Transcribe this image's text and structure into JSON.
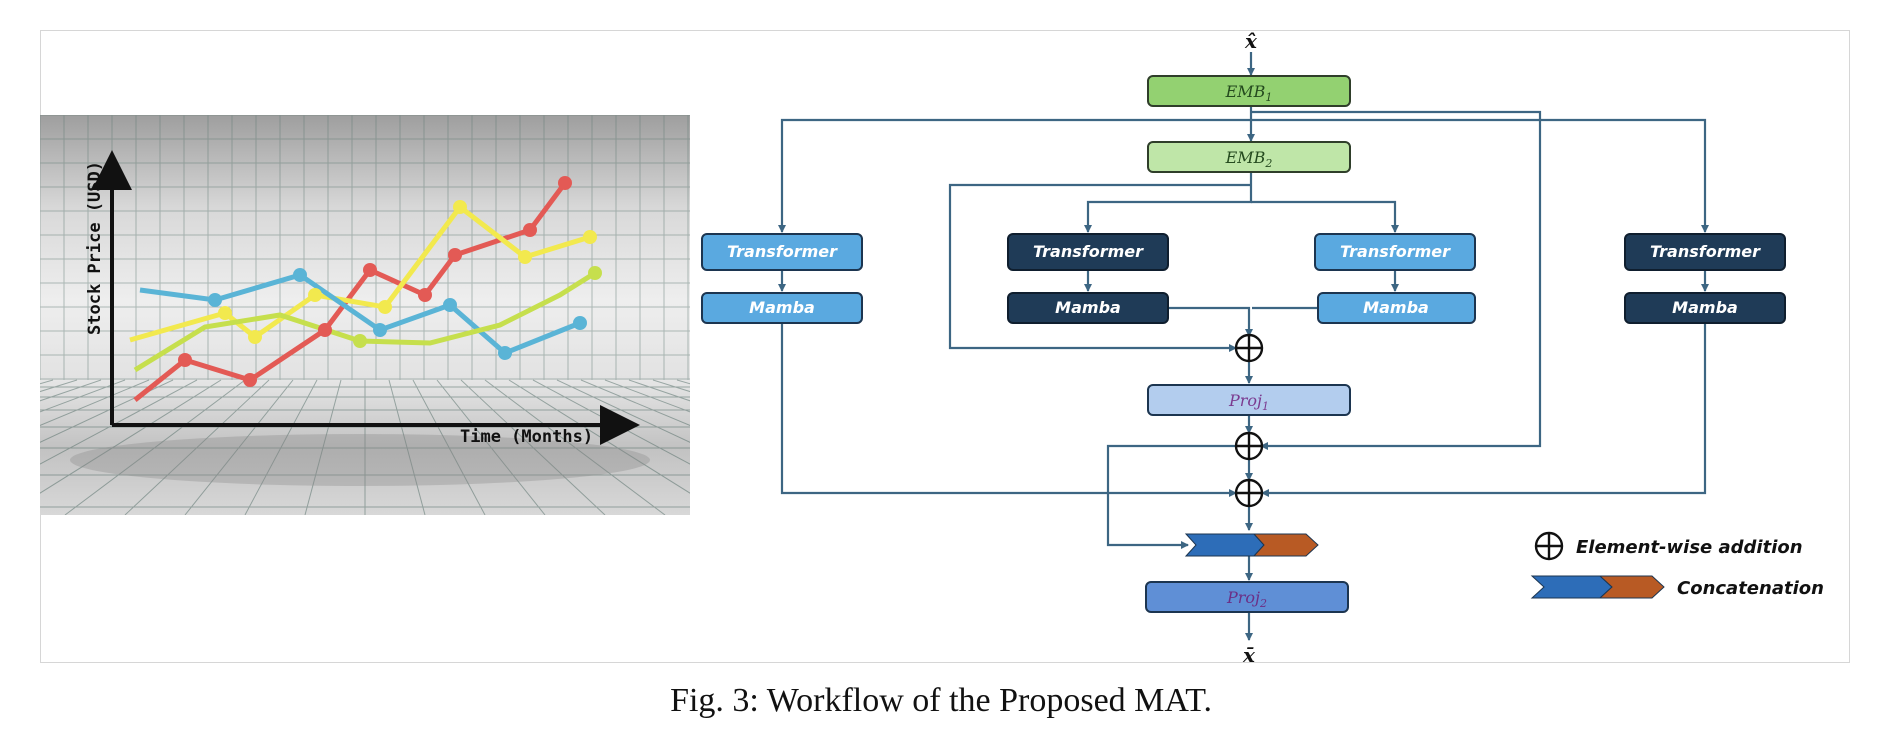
{
  "illustration": {
    "y_axis_label": "Stock Price (USD)",
    "x_axis_label": "Time (Months)",
    "line_colors": [
      "#e35a55",
      "#f2e94e",
      "#5ab4d6",
      "#c6df4d"
    ]
  },
  "diagram": {
    "input_symbol": "x̂",
    "output_symbol": "x̄",
    "emb1": {
      "base": "EMB",
      "sub": "1"
    },
    "emb2": {
      "base": "EMB",
      "sub": "2"
    },
    "proj1": {
      "base": "Proj",
      "sub": "1"
    },
    "proj2": {
      "base": "Proj",
      "sub": "2"
    },
    "branch1": {
      "transformer": "Transformer",
      "mamba": "Mamba"
    },
    "branch2": {
      "transformer": "Transformer",
      "mamba": "Mamba"
    },
    "branch3": {
      "transformer": "Transformer",
      "mamba": "Mamba"
    },
    "branch4": {
      "transformer": "Transformer",
      "mamba": "Mamba"
    },
    "legend": {
      "addition_label": "Element-wise addition",
      "concatenation_label": "Concatenation"
    },
    "colors": {
      "light_blue": "#5aa9e0",
      "dark_navy": "#1f3b57",
      "emb1_green": "#93d171",
      "emb2_green": "#bfe6a8",
      "proj1_blue": "#b3cdee",
      "proj2_blue": "#5f8fd6",
      "arrow": "#3d6683",
      "concat_blue": "#2d6db8",
      "concat_orange": "#b85a24"
    }
  },
  "caption": "Fig. 3: Workflow of the Proposed MAT."
}
